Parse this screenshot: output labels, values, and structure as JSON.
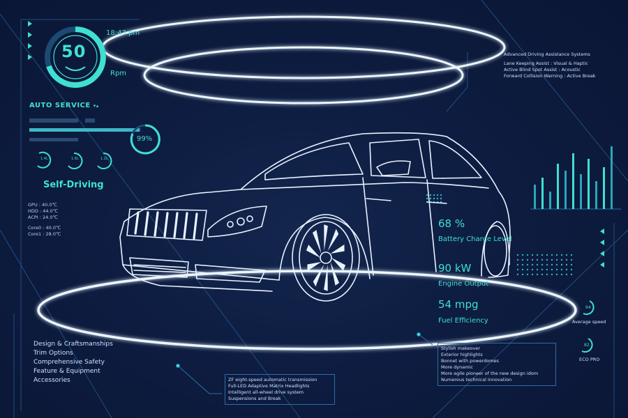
{
  "clock": {
    "time": "18:43 pm"
  },
  "gauge": {
    "value": "50",
    "unit": "Rpm"
  },
  "auto_service": {
    "label": "AUTO SERVICE"
  },
  "progress": {
    "percent_label": "99%",
    "level": 0.99
  },
  "mini_gauges": [
    "1.4L",
    "1.6L",
    "1.2L"
  ],
  "self_driving": {
    "label": "Self-Driving"
  },
  "sys_stats": [
    "GPU : 40.0℃",
    "HDD : 44.0℃",
    "ACPI : 24.0℃",
    "Core0 : 40.0℃",
    "Core1 : 28.0℃"
  ],
  "assist_panel": {
    "title": "Advanced Driving Assistance Systems",
    "lines": [
      "Lane Keeping Assist : Visual & Haptic",
      "Active Blind Spot Assist : Acoustic",
      "Forward Collision Warning : Active Break"
    ]
  },
  "metrics": [
    {
      "value": "68 %",
      "label": "Battery Charge Level"
    },
    {
      "value": "90 kW",
      "label": "Engine Output"
    },
    {
      "value": "54 mpg",
      "label": "Fuel Efficiency"
    }
  ],
  "side_gauges": [
    {
      "value": "94",
      "label": "Average speed"
    },
    {
      "value": "82",
      "label": "ECO PRO"
    }
  ],
  "menu": [
    "Design & Craftsmanships",
    "Trim Options",
    "Comprehensive Safety",
    "Feature & Equipment",
    "Accessories"
  ],
  "transmission_box": [
    "ZF eight-speed automatic transmission",
    "Full-LED Adaptive Matrix Headlights",
    "Intelligent all-wheel drive system",
    "Suspensions and Break"
  ],
  "makeover_box": [
    "Stylish makeover",
    "Exterior highlights",
    "Bonnet with powerdomes",
    "More dynamic",
    "More agile pioneer of the new design idom",
    "Numerous technical innovation"
  ],
  "bar_chart": {
    "values": [
      0.35,
      0.45,
      0.25,
      0.65,
      0.55,
      0.8,
      0.5,
      0.72,
      0.4,
      0.6,
      0.9
    ]
  },
  "colors": {
    "accent": "#3fe0d2",
    "background": "#0c1a3a",
    "line": "#e8f3ff"
  }
}
